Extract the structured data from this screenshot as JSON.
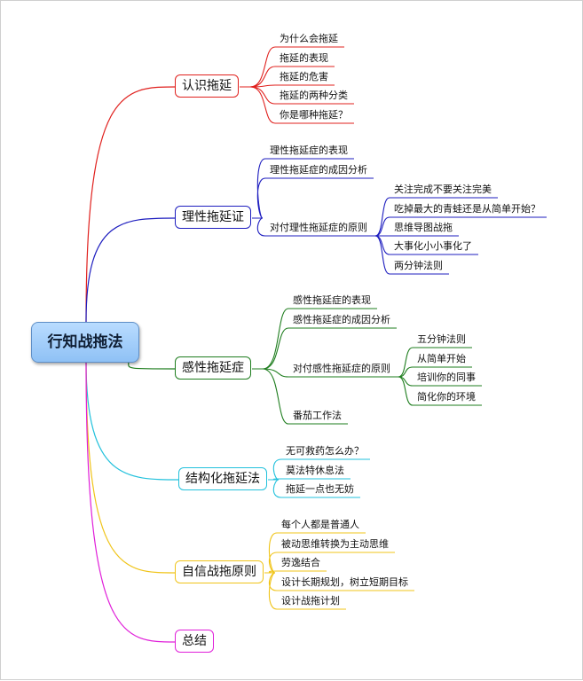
{
  "root": "行知战拖法",
  "branches": [
    {
      "label": "认识拖延",
      "color": "#e0201d",
      "items": [
        "为什么会拖延",
        "拖延的表现",
        "拖延的危害",
        "拖延的两种分类",
        "你是哪种拖延？"
      ]
    },
    {
      "label": "理性拖延证",
      "color": "#1d1dbf",
      "items": [
        "理性拖延症的表现",
        "理性拖延症的成因分析",
        "对付理性拖延症的原则"
      ],
      "sub": {
        "parent": "对付理性拖延症的原则",
        "items": [
          "关注完成不要关注完美",
          "吃掉最大的青蛙还是从简单开始？",
          "思维导图战拖",
          "大事化小小事化了",
          "两分钟法则"
        ]
      }
    },
    {
      "label": "感性拖延症",
      "color": "#1e7d1e",
      "items": [
        "感性拖延症的表现",
        "感性拖延症的成因分析",
        "对付感性拖延症的原则",
        "番茄工作法"
      ],
      "sub": {
        "parent": "对付感性拖延症的原则",
        "items": [
          "五分钟法则",
          "从简单开始",
          "培训你的同事",
          "简化你的环境"
        ]
      }
    },
    {
      "label": "结构化拖延法",
      "color": "#22c1dc",
      "items": [
        "无可救药怎么办？",
        "莫法特休息法",
        "拖延一点也无妨"
      ]
    },
    {
      "label": "自信战拖原则",
      "color": "#f0c419",
      "items": [
        "每个人都是普通人",
        "被动思维转换为主动思维",
        "劳逸结合",
        "设计长期规划，树立短期目标",
        "设计战拖计划"
      ]
    },
    {
      "label": "总结",
      "color": "#e01fd9",
      "items": []
    }
  ]
}
